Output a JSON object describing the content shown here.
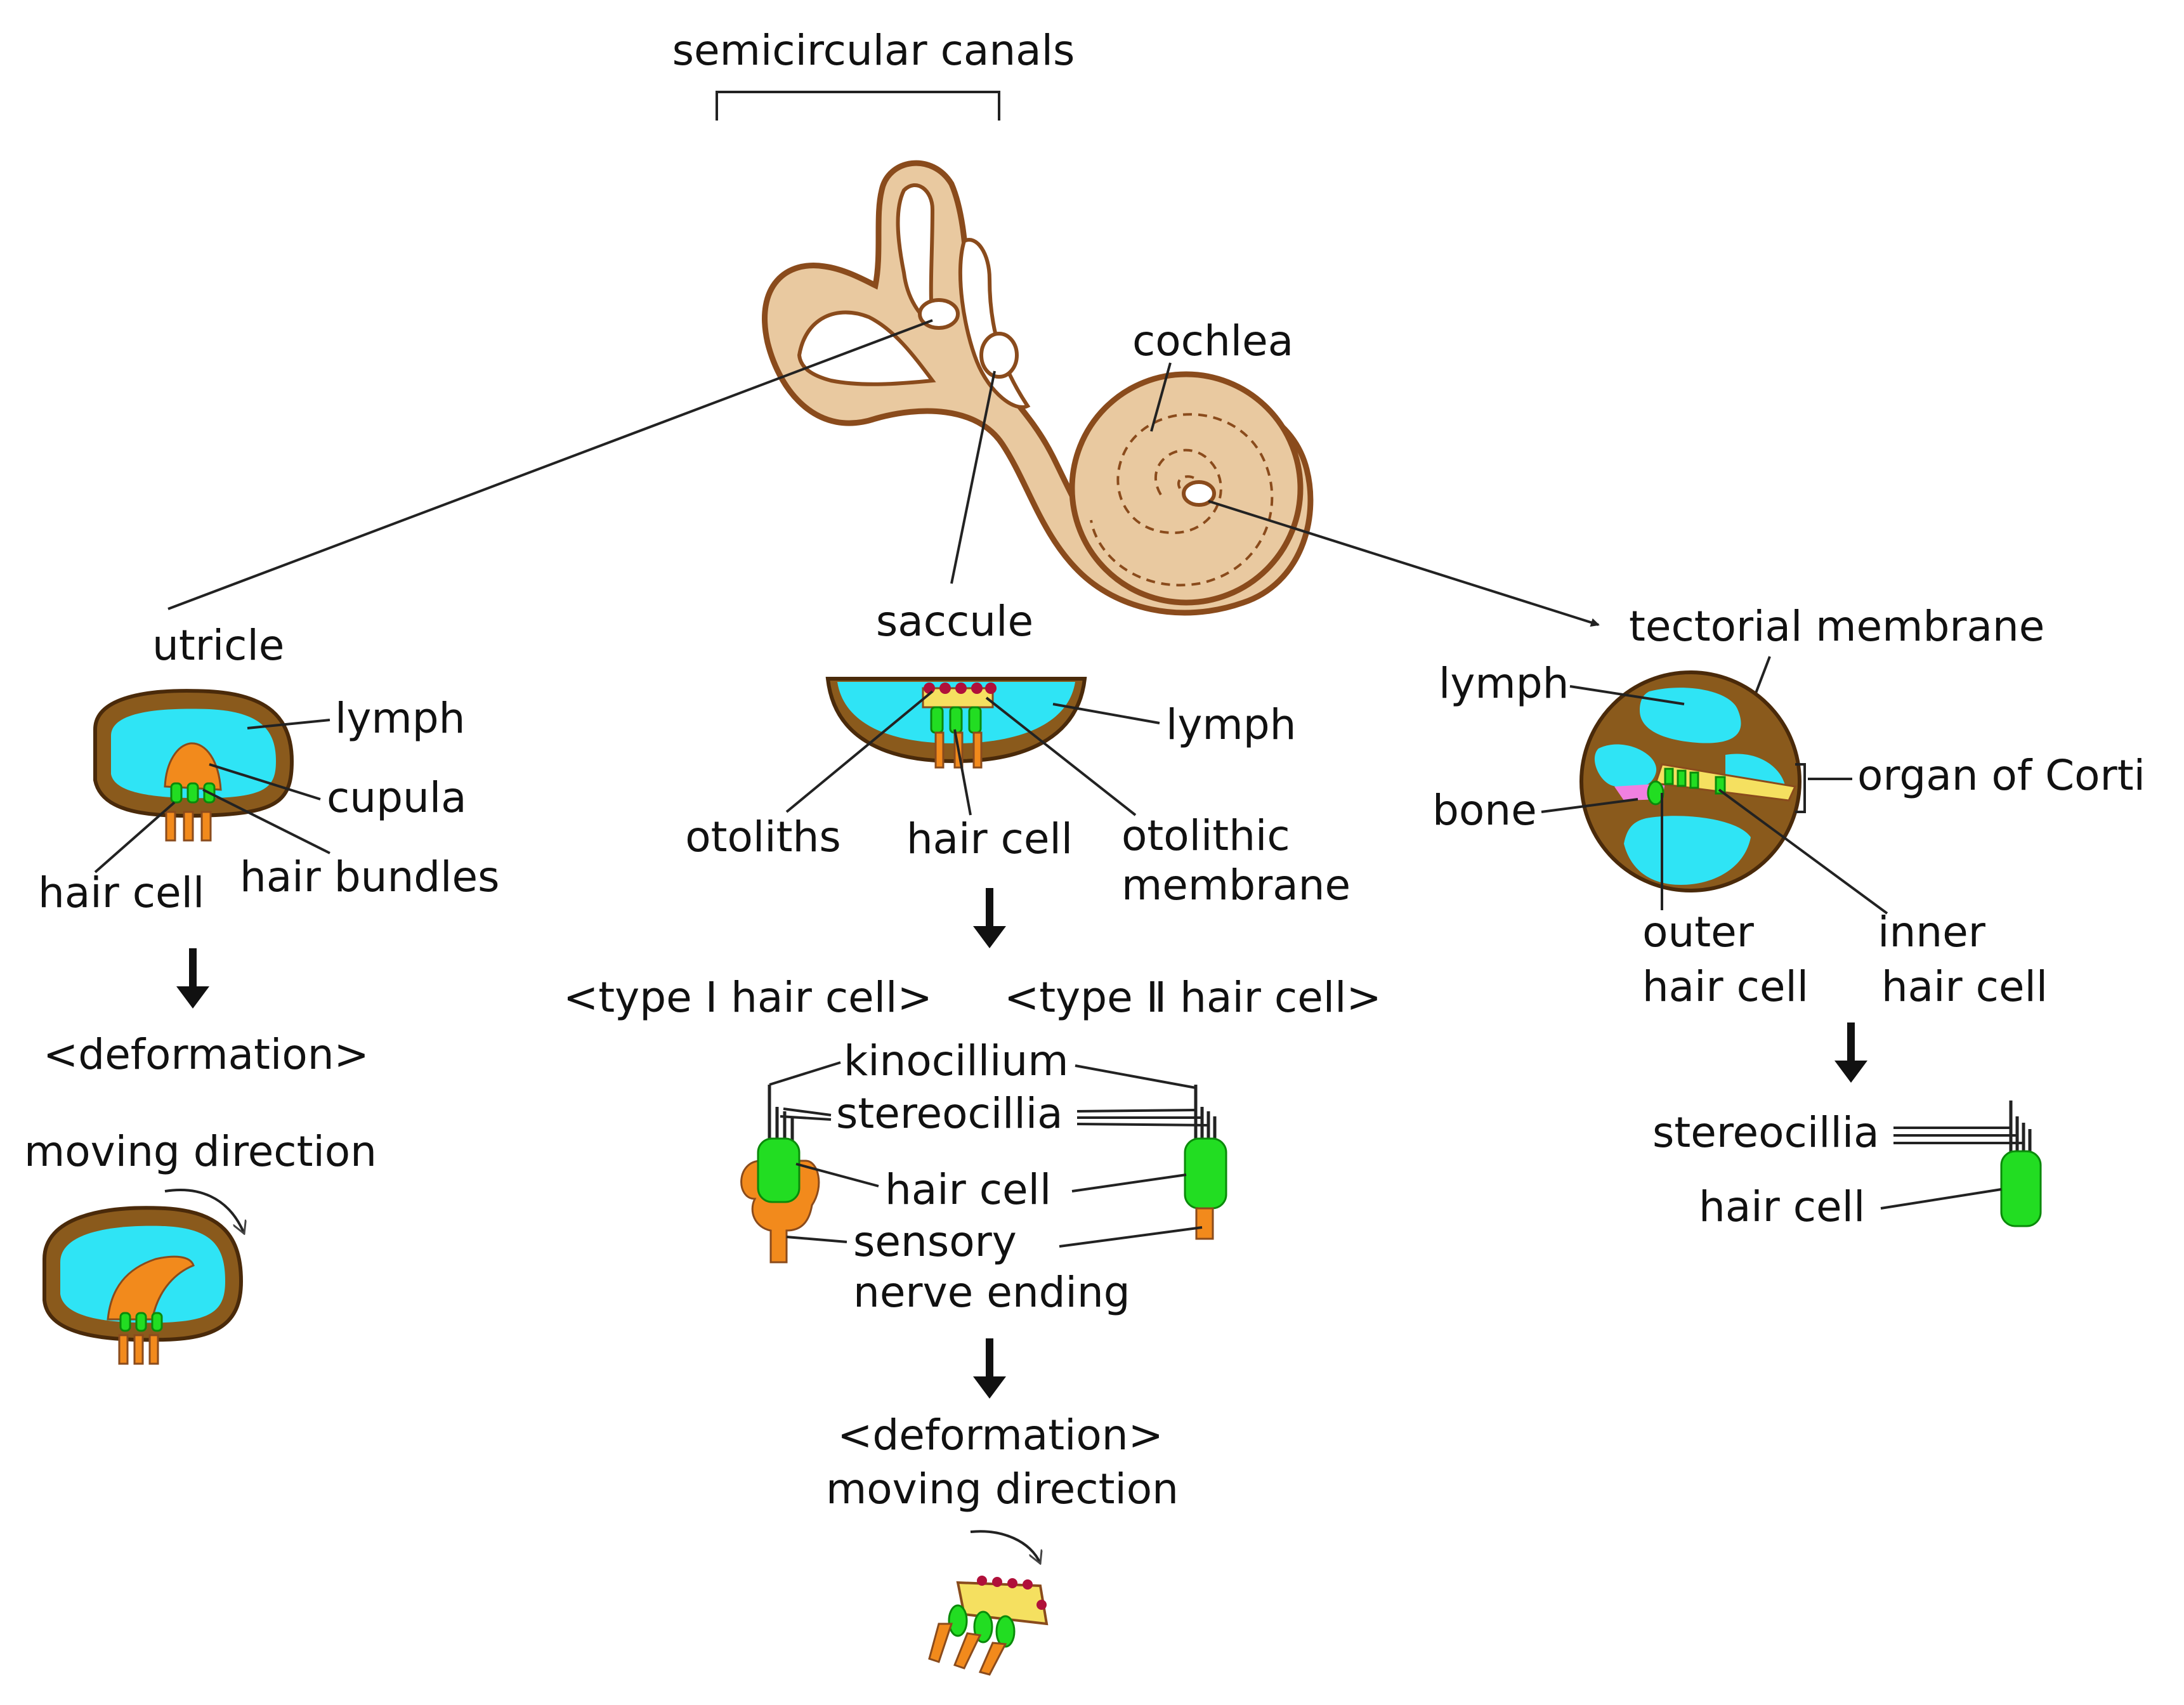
{
  "labels": {
    "semicircular_canals": "semicircular canals",
    "cochlea": "cochlea",
    "utricle": "utricle",
    "saccule": "saccule",
    "utricle_lymph": "lymph",
    "utricle_cupula": "cupula",
    "utricle_hair_bundles": "hair bundles",
    "utricle_hair_cell": "hair cell",
    "utricle_deformation": "<deformation>",
    "utricle_moving_direction": "moving direction",
    "saccule_lymph": "lymph",
    "saccule_otoliths": "otoliths",
    "saccule_hair_cell": "hair cell",
    "saccule_otolithic_line1": "otolithic",
    "saccule_otolithic_line2": "membrane",
    "type1": "<type Ⅰ hair cell>",
    "type2": "<type Ⅱ hair cell>",
    "kinocillium": "kinocillium",
    "stereocillia_mid": "stereocillia",
    "hair_cell_mid": "hair cell",
    "sensory_line1": "sensory",
    "sensory_line2": "nerve ending",
    "saccule_deformation": "<deformation>",
    "saccule_moving_direction": "moving direction",
    "tectorial_membrane": "tectorial membrane",
    "cochlea_lymph": "lymph",
    "organ_of_corti": "organ of Corti",
    "bone": "bone",
    "outer_line1": "outer",
    "outer_line2": "hair cell",
    "inner_line1": "inner",
    "inner_line2": "hair cell",
    "stereocillia_right": "stereocillia",
    "hair_cell_right": "hair cell"
  },
  "colors": {
    "bone": "#e9c9a0",
    "lymph": "#2fe4f5",
    "hair_cell": "#22dd22",
    "nerve": "#f28a1c",
    "otolith": "#b0103a",
    "tectorial": "#f0f040",
    "membrane_pink": "#f080e0"
  }
}
